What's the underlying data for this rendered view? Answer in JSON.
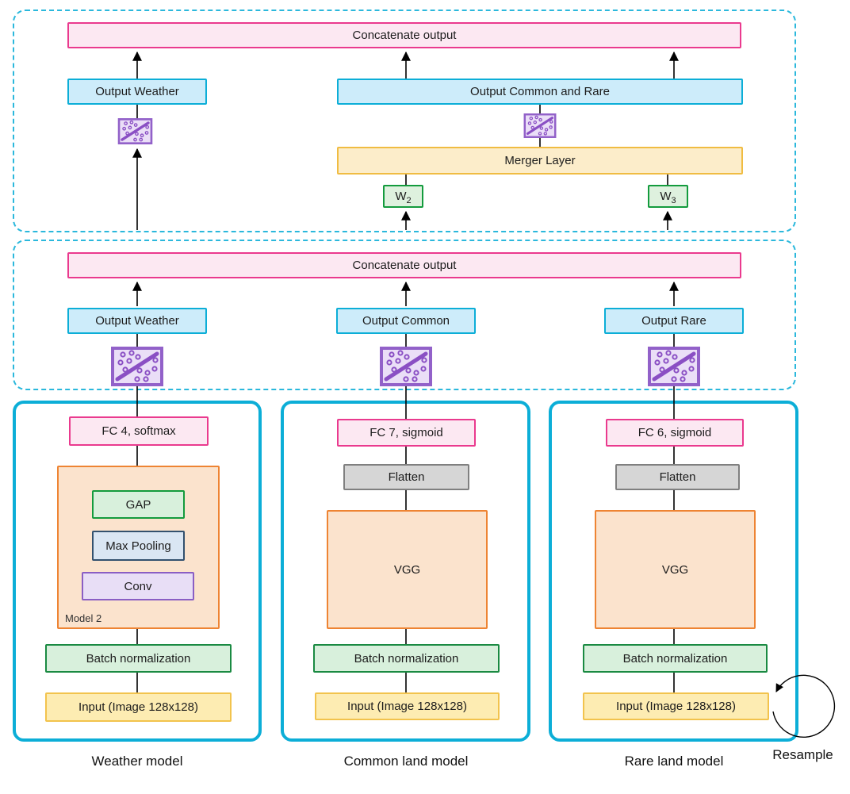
{
  "palette": {
    "cyan_frame": "#0caed7",
    "cyan_dashed": "#2bb8dc",
    "pink_stroke": "#ea3a8e",
    "pink_fill": "#fce8f2",
    "blue_fill": "#cdecfa",
    "yellow_merger_fill": "#fcedca",
    "yellow_input_fill": "#fdecb2",
    "green_stroke": "#139b3d",
    "orange_stroke": "#ee8433",
    "purple_stroke": "#9261c9",
    "gray_fill": "#d6d6d6",
    "arrow_color": "#000000"
  },
  "icons": {
    "classifier": "scatter-classifier-icon"
  },
  "top_section": {
    "concatenate_label": "Concatenate output",
    "output_weather_label": "Output Weather",
    "output_common_rare_label": "Output Common and Rare",
    "merger_label": "Merger Layer",
    "w2": {
      "base": "W",
      "sub": "2"
    },
    "w3": {
      "base": "W",
      "sub": "3"
    }
  },
  "middle_section": {
    "concatenate_label": "Concatenate output",
    "output_weather_label": "Output Weather",
    "output_common_label": "Output Common",
    "output_rare_label": "Output Rare"
  },
  "models": {
    "weather": {
      "fc_label": "FC 4, softmax",
      "inner_group_label": "Model 2",
      "gap_label": "GAP",
      "max_pooling_label": "Max Pooling",
      "conv_label": "Conv",
      "batch_norm_label": "Batch normalization",
      "input_label": "Input (Image 128x128)",
      "caption": "Weather model"
    },
    "common": {
      "fc_label": "FC 7, sigmoid",
      "flatten_label": "Flatten",
      "vgg_label": "VGG",
      "batch_norm_label": "Batch normalization",
      "input_label": "Input (Image 128x128)",
      "caption": "Common land model"
    },
    "rare": {
      "fc_label": "FC 6, sigmoid",
      "flatten_label": "Flatten",
      "vgg_label": "VGG",
      "batch_norm_label": "Batch normalization",
      "input_label": "Input (Image 128x128)",
      "caption": "Rare land model",
      "resample_label": "Resample"
    }
  }
}
